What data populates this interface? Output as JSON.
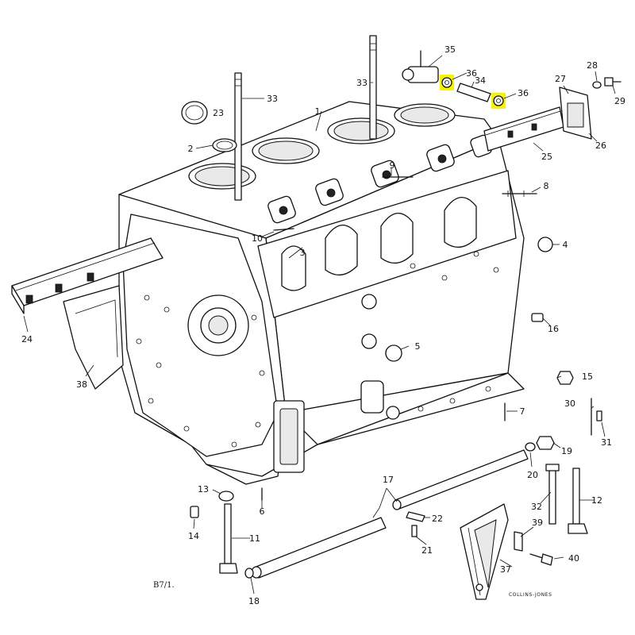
{
  "figure": {
    "drawing_ref": "B7/1.",
    "credit": "COLLINS-JONES",
    "highlight_color": "#f6f400",
    "callouts": [
      {
        "text": "1"
      },
      {
        "text": "2"
      },
      {
        "text": "3"
      },
      {
        "text": "4"
      },
      {
        "text": "5"
      },
      {
        "text": "6"
      },
      {
        "text": "7"
      },
      {
        "text": "8"
      },
      {
        "text": "9"
      },
      {
        "text": "10"
      },
      {
        "text": "11"
      },
      {
        "text": "12"
      },
      {
        "text": "13"
      },
      {
        "text": "14"
      },
      {
        "text": "15"
      },
      {
        "text": "16"
      },
      {
        "text": "17"
      },
      {
        "text": "18"
      },
      {
        "text": "19"
      },
      {
        "text": "20"
      },
      {
        "text": "21"
      },
      {
        "text": "22"
      },
      {
        "text": "23"
      },
      {
        "text": "24"
      },
      {
        "text": "25"
      },
      {
        "text": "26"
      },
      {
        "text": "27"
      },
      {
        "text": "28"
      },
      {
        "text": "29"
      },
      {
        "text": "30"
      },
      {
        "text": "31"
      },
      {
        "text": "32"
      },
      {
        "text": "33"
      },
      {
        "text": "33"
      },
      {
        "text": "34"
      },
      {
        "text": "35"
      },
      {
        "text": "36"
      },
      {
        "text": "36"
      },
      {
        "text": "37"
      },
      {
        "text": "38"
      },
      {
        "text": "39"
      },
      {
        "text": "40"
      }
    ]
  }
}
